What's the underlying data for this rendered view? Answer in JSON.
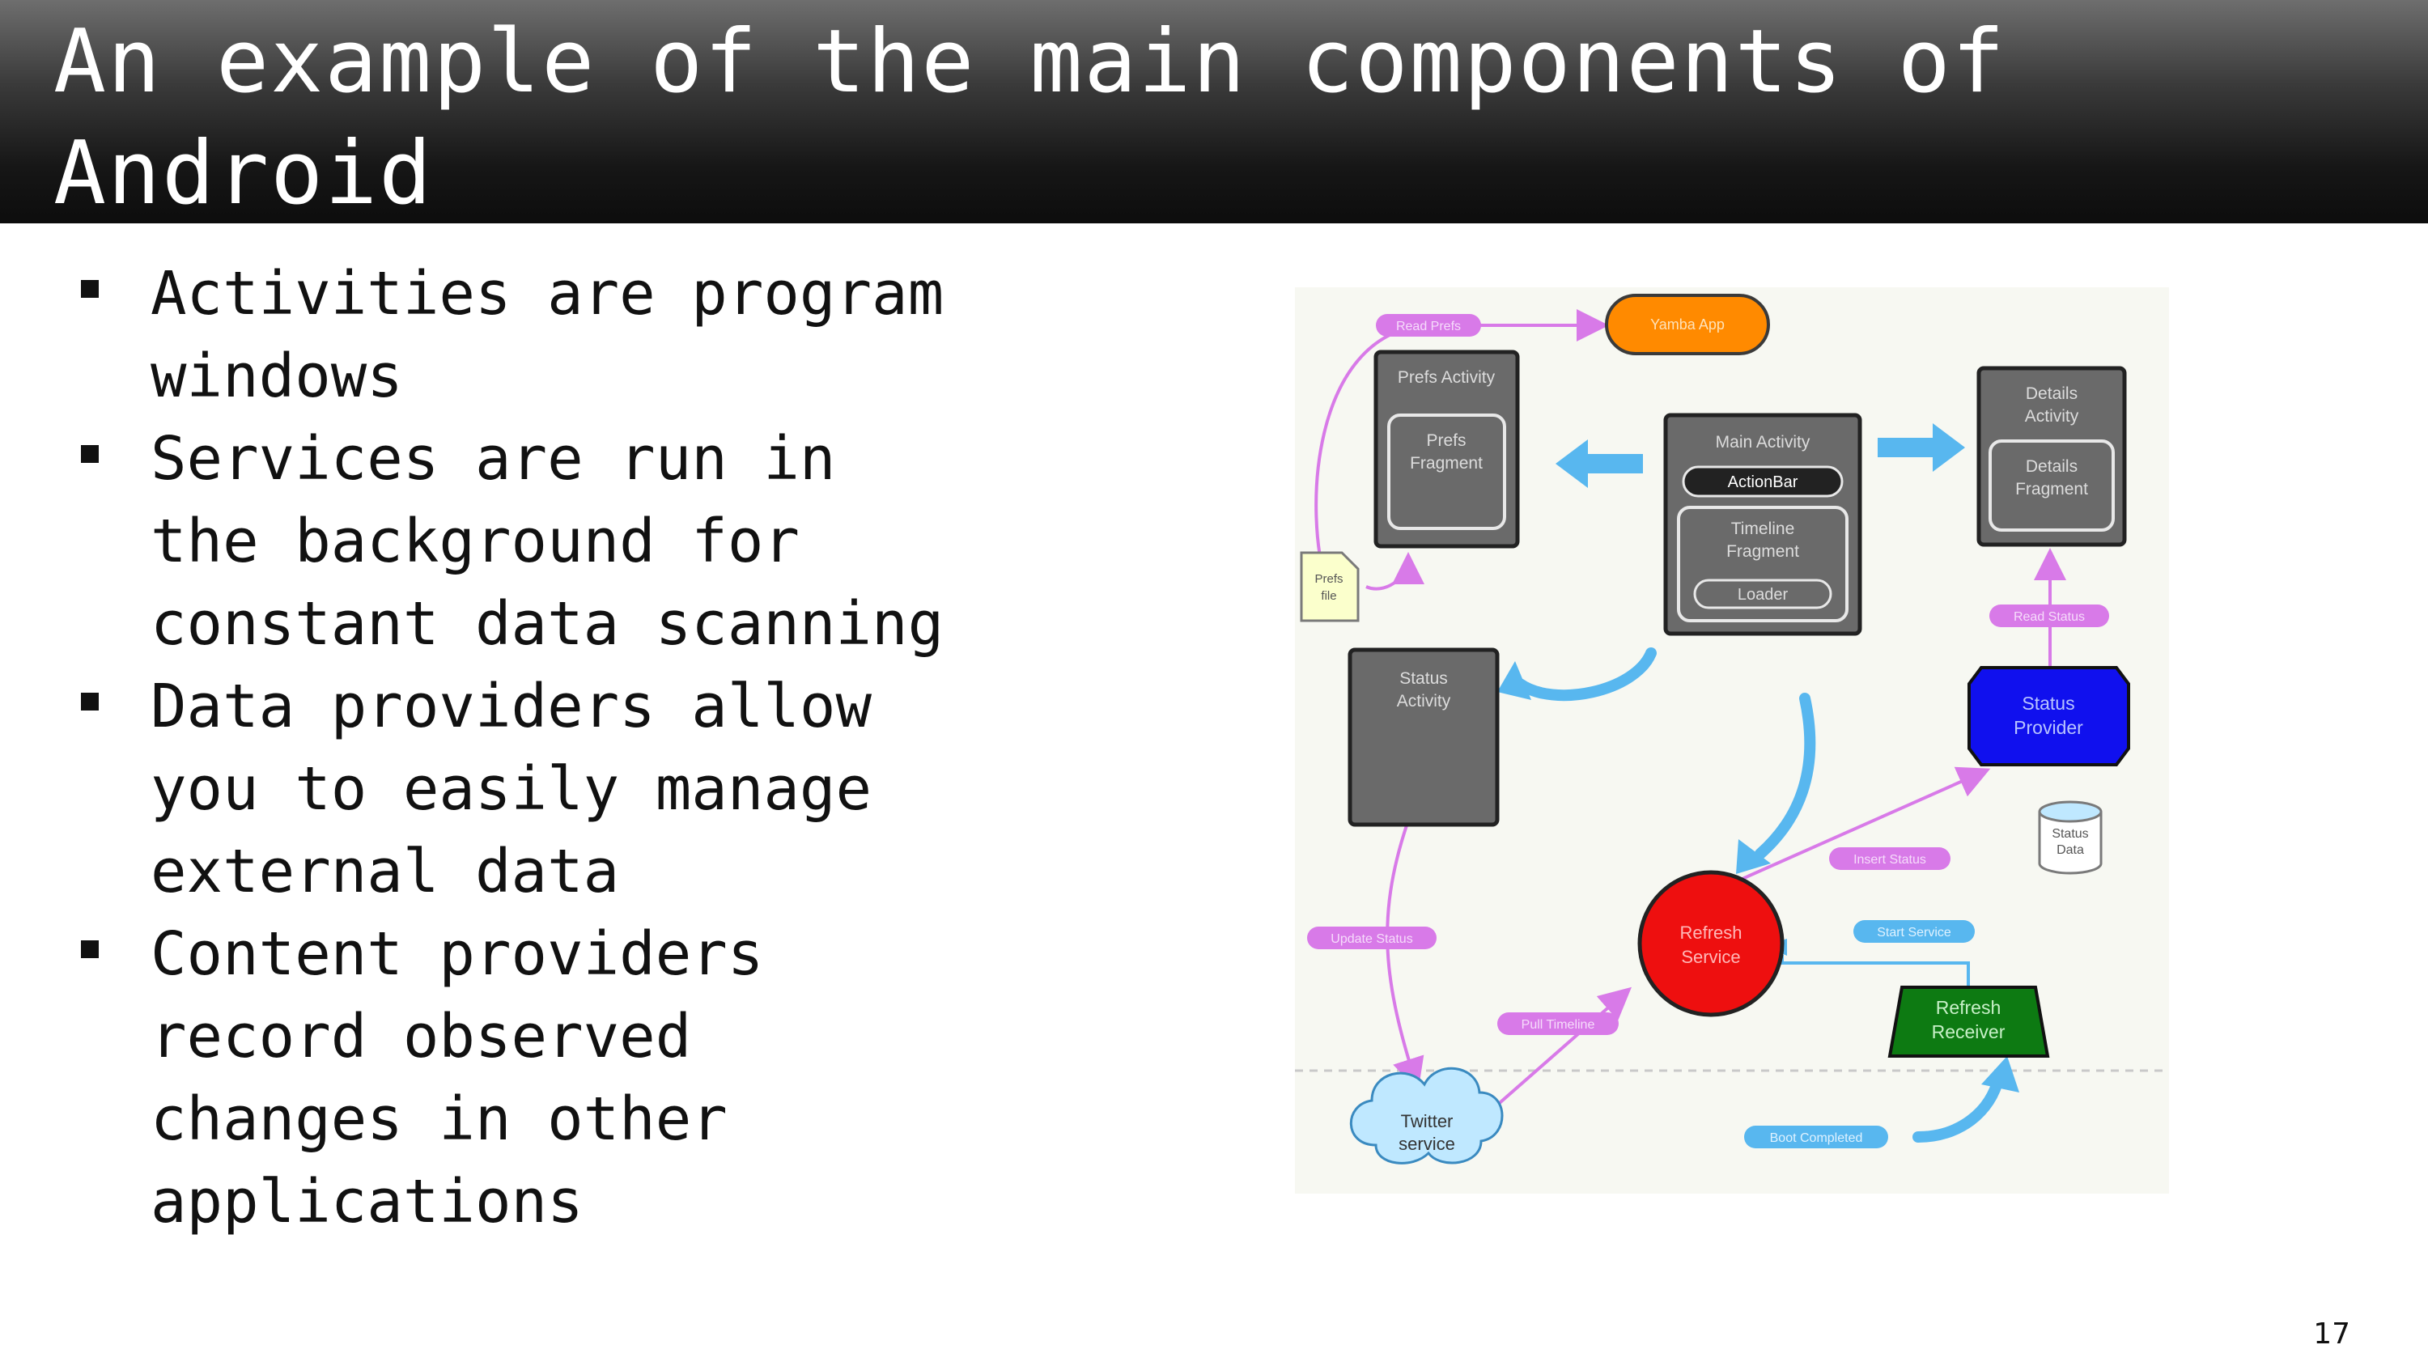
{
  "slide": {
    "title": "An example of the main components of Android",
    "page_number": "17",
    "bullets": [
      "Activities are program windows",
      "Services are run in the background for constant data scanning",
      "Data providers allow you to easily manage external data",
      "Content providers record observed changes in other applications"
    ]
  },
  "diagram": {
    "nodes": {
      "yamba_app": "Yamba App",
      "prefs_activity": "Prefs Activity",
      "prefs_fragment_1": "Prefs",
      "prefs_fragment_2": "Fragment",
      "prefs_file_1": "Prefs",
      "prefs_file_2": "file",
      "main_activity": "Main Activity",
      "action_bar": "ActionBar",
      "timeline_fragment_1": "Timeline",
      "timeline_fragment_2": "Fragment",
      "loader": "Loader",
      "details_activity_1": "Details",
      "details_activity_2": "Activity",
      "details_fragment_1": "Details",
      "details_fragment_2": "Fragment",
      "status_activity_1": "Status",
      "status_activity_2": "Activity",
      "status_provider_1": "Status",
      "status_provider_2": "Provider",
      "status_data_1": "Status",
      "status_data_2": "Data",
      "refresh_service_1": "Refresh",
      "refresh_service_2": "Service",
      "refresh_receiver_1": "Refresh",
      "refresh_receiver_2": "Receiver",
      "twitter_service_1": "Twitter",
      "twitter_service_2": "service"
    },
    "labels": {
      "read_prefs": "Read Prefs",
      "read_status": "Read Status",
      "insert_status": "Insert Status",
      "update_status": "Update Status",
      "start_service": "Start Service",
      "pull_timeline": "Pull Timeline",
      "boot_completed": "Boot Completed"
    },
    "colors": {
      "activity_box": "#6a6a6a",
      "yamba_app": "#ff8a00",
      "status_provider": "#1010ee",
      "refresh_service": "#ee0f0f",
      "refresh_receiver": "#0d7a12",
      "twitter_cloud": "#bfe8ff",
      "flow_arrow": "#d87ae8",
      "ui_arrow": "#58b7ef"
    }
  }
}
